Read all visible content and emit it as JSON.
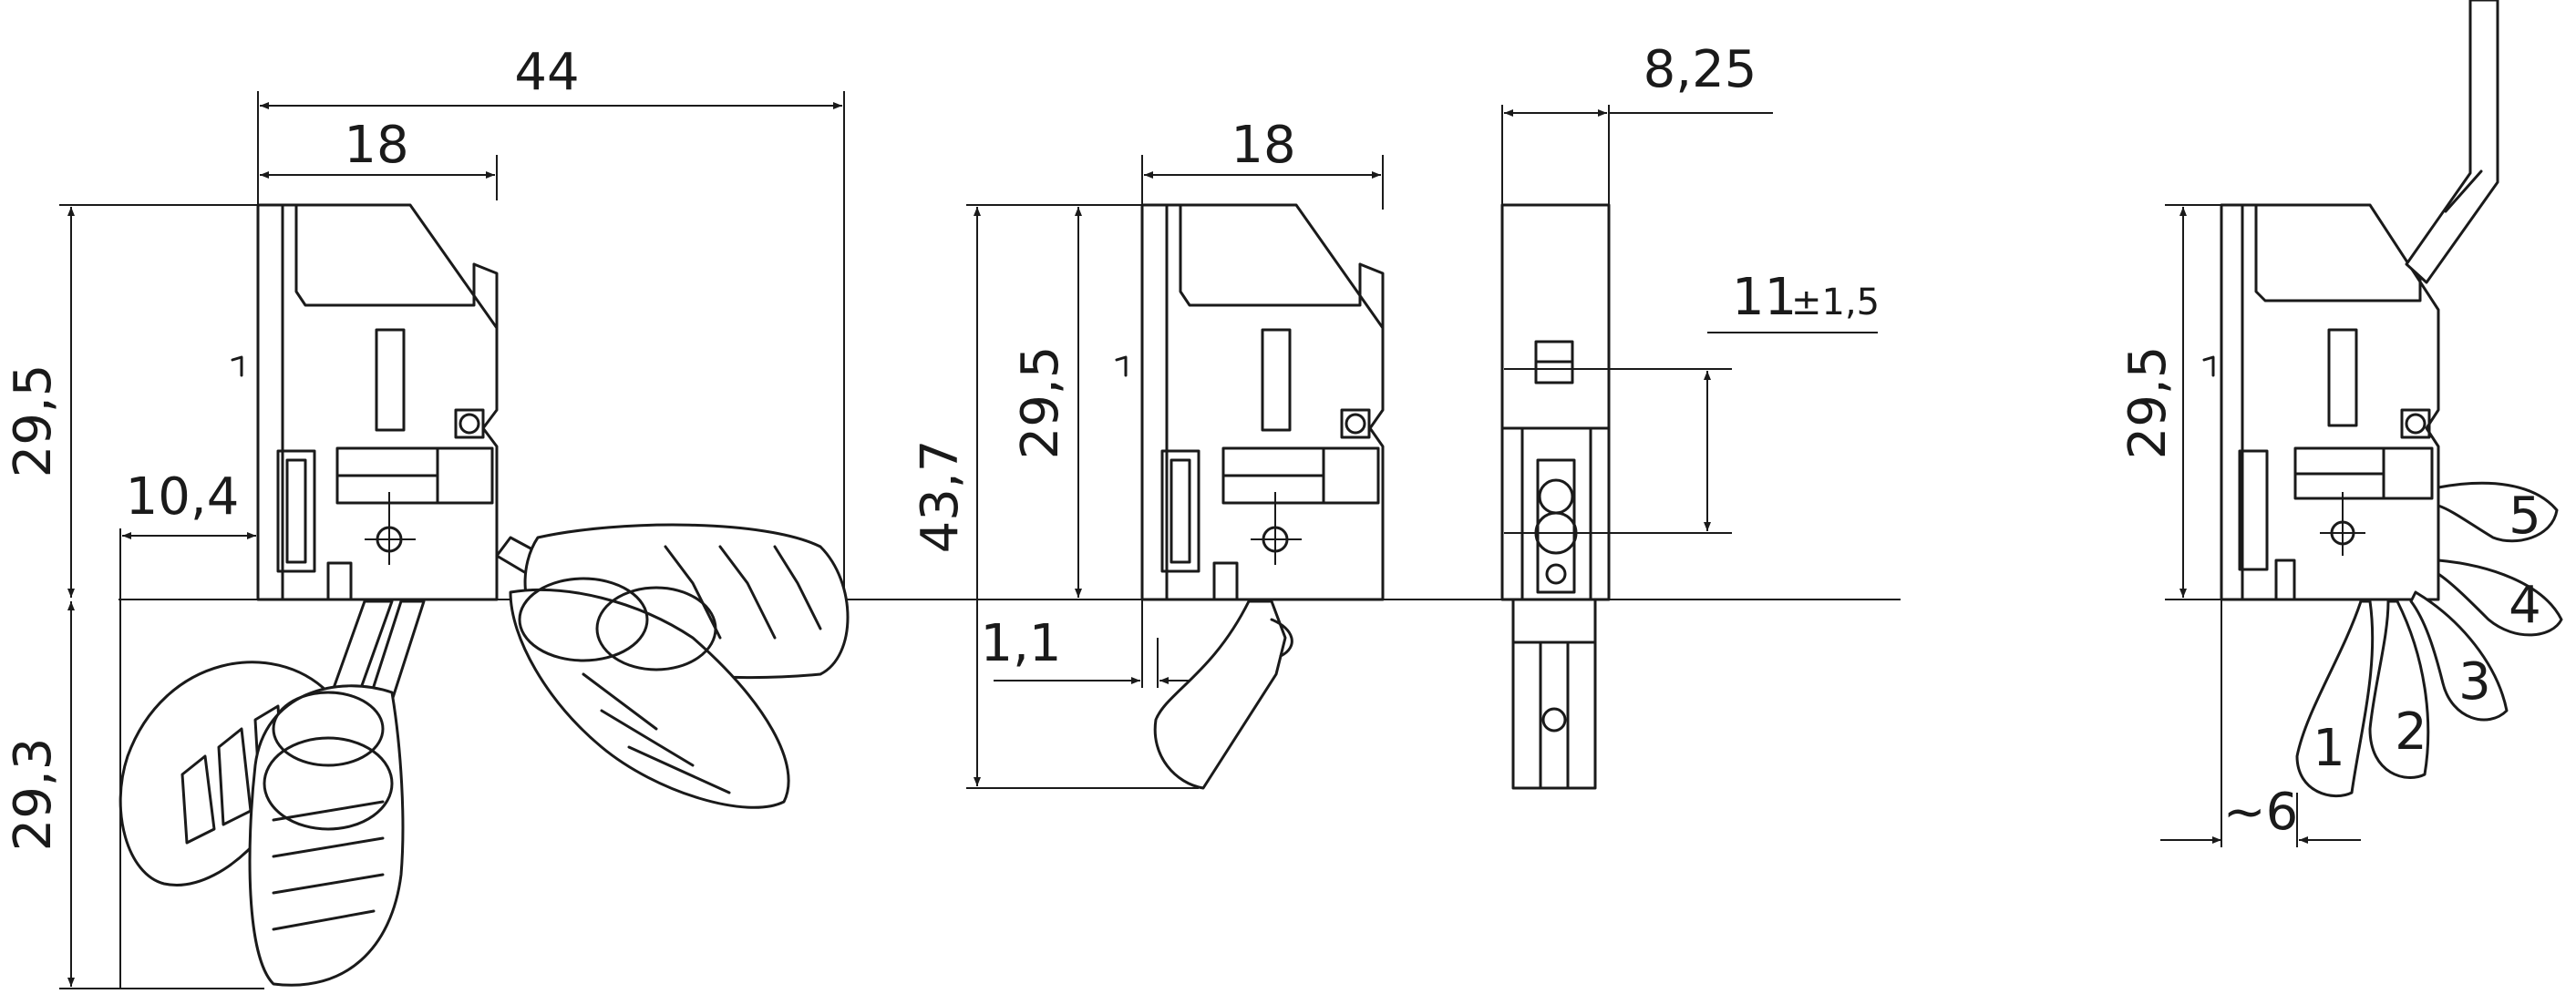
{
  "dimensions": {
    "view1_width_total": "44",
    "view1_width_body": "18",
    "view1_height_upper": "29,5",
    "view1_height_lower": "29,3",
    "view1_offset": "10,4",
    "view2_width_body": "18",
    "view2_height_total": "43,7",
    "view2_height_body": "29,5",
    "view2_offset": "1,1",
    "view3_width": "8,25",
    "view3_distance_value": "11",
    "view3_distance_tolerance": "±1,5",
    "view4_height_body": "29,5",
    "view4_offset": "~6"
  },
  "positions": [
    "1",
    "2",
    "3",
    "4",
    "5"
  ]
}
